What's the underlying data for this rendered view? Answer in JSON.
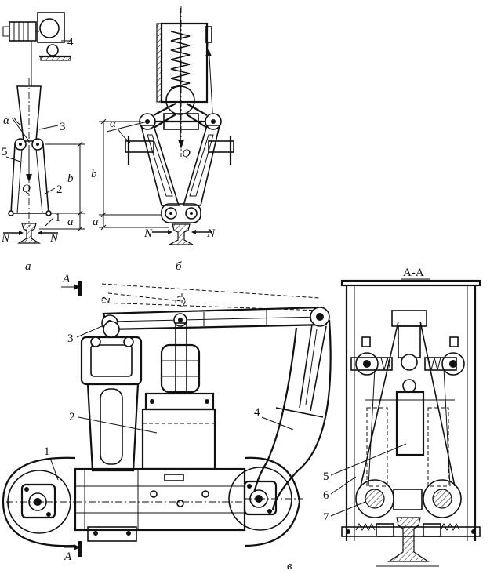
{
  "figure_a": {
    "labels": {
      "n4": "4",
      "alpha": "α",
      "n3": "3",
      "n5": "5",
      "q": "Q",
      "n2": "2",
      "b": "b",
      "a": "a",
      "n1": "1",
      "n_left": "N",
      "n_right": "N"
    },
    "caption": "а"
  },
  "figure_b": {
    "labels": {
      "alpha": "α",
      "q": "Q",
      "b": "b",
      "a": "a",
      "n_left": "N",
      "n_right": "N"
    },
    "caption": "б"
  },
  "figure_v": {
    "labels": {
      "section_mark_top": "A",
      "section_mark_bottom": "A",
      "n3": "3",
      "n2": "2",
      "n1": "1",
      "n4": "4",
      "n5": "5",
      "n6": "6",
      "n7": "7"
    },
    "section_title": "A-A",
    "caption": "в"
  },
  "colors": {
    "ink": "#111111",
    "paper": "#ffffff"
  }
}
